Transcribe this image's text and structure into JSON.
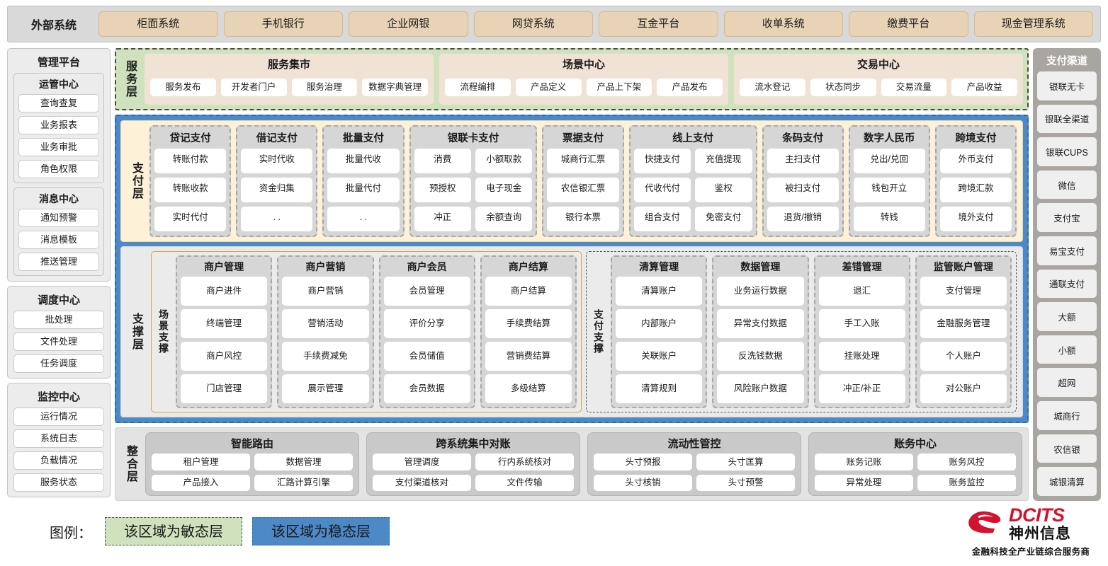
{
  "external": {
    "title": "外部系统",
    "items": [
      "柜面系统",
      "手机银行",
      "企业网银",
      "网贷系统",
      "互金平台",
      "收单系统",
      "缴费平台",
      "现金管理系统"
    ]
  },
  "manage": {
    "title": "管理平台",
    "groups": [
      {
        "title": "运管中心",
        "items": [
          "查询查复",
          "业务报表",
          "业务审批",
          "角色权限"
        ]
      },
      {
        "title": "消息中心",
        "items": [
          "通知预警",
          "消息模板",
          "推送管理"
        ]
      }
    ],
    "standalone": [
      {
        "title": "调度中心",
        "items": [
          "批处理",
          "文件处理",
          "任务调度"
        ]
      },
      {
        "title": "监控中心",
        "items": [
          "运行情况",
          "系统日志",
          "负载情况",
          "服务状态"
        ]
      }
    ]
  },
  "service_layer": {
    "label": "服务层",
    "groups": [
      {
        "title": "服务集市",
        "items": [
          "服务发布",
          "开发者门户",
          "服务治理",
          "数据字典管理"
        ]
      },
      {
        "title": "场景中心",
        "items": [
          "流程编排",
          "产品定义",
          "产品上下架",
          "产品发布"
        ]
      },
      {
        "title": "交易中心",
        "items": [
          "流水登记",
          "状态同步",
          "交易流量",
          "产品收益"
        ]
      }
    ]
  },
  "payment_layer": {
    "label": "支付层",
    "groups": [
      {
        "title": "贷记支付",
        "cols": [
          [
            "转账付款",
            "转账收款",
            "实时代付"
          ]
        ]
      },
      {
        "title": "借记支付",
        "cols": [
          [
            "实时代收",
            "资金归集",
            ". ."
          ]
        ]
      },
      {
        "title": "批量支付",
        "cols": [
          [
            "批量代收",
            "批量代付",
            ". ."
          ]
        ]
      },
      {
        "title": "银联卡支付",
        "cols": [
          [
            "消费",
            "预授权",
            "冲正"
          ],
          [
            "小额取款",
            "电子现金",
            "余额查询"
          ]
        ]
      },
      {
        "title": "票据支付",
        "cols": [
          [
            "城商行汇票",
            "农信银汇票",
            "银行本票"
          ]
        ]
      },
      {
        "title": "线上支付",
        "cols": [
          [
            "快捷支付",
            "代收代付",
            "组合支付"
          ],
          [
            "充值提现",
            "鉴权",
            "免密支付"
          ]
        ]
      },
      {
        "title": "条码支付",
        "cols": [
          [
            "主扫支付",
            "被扫支付",
            "退货/撤销"
          ]
        ]
      },
      {
        "title": "数字人民币",
        "cols": [
          [
            "兑出/兑回",
            "钱包开立",
            "转钱"
          ]
        ]
      },
      {
        "title": "跨境支付",
        "cols": [
          [
            "外币支付",
            "跨境汇款",
            "境外支付"
          ]
        ]
      }
    ]
  },
  "support_layer": {
    "label": "支撑层",
    "scene": {
      "label": "场景支撑",
      "groups": [
        {
          "title": "商户管理",
          "items": [
            "商户进件",
            "终端管理",
            "商户风控",
            "门店管理"
          ]
        },
        {
          "title": "商户营销",
          "items": [
            "商户营销",
            "营销活动",
            "手续费减免",
            "展示管理"
          ]
        },
        {
          "title": "商户会员",
          "items": [
            "会员管理",
            "评价分享",
            "会员储值",
            "会员数据"
          ]
        },
        {
          "title": "商户结算",
          "items": [
            "商户结算",
            "手续费结算",
            "营销费结算",
            "多级结算"
          ]
        }
      ]
    },
    "paysupport": {
      "label": "支付支撑",
      "groups": [
        {
          "title": "清算管理",
          "items": [
            "清算账户",
            "内部账户",
            "关联账户",
            "清算规则"
          ]
        },
        {
          "title": "数据管理",
          "items": [
            "业务运行数据",
            "异常支付数据",
            "反洗钱数据",
            "风险账户数据"
          ]
        },
        {
          "title": "差错管理",
          "items": [
            "退汇",
            "手工入账",
            "挂账处理",
            "冲正/补正"
          ]
        },
        {
          "title": "监管账户管理",
          "items": [
            "支付管理",
            "金融服务管理",
            "个人账户",
            "对公账户"
          ]
        }
      ]
    }
  },
  "integration_layer": {
    "label": "整合层",
    "groups": [
      {
        "title": "智能路由",
        "items": [
          "租户管理",
          "数据管理",
          "产品接入",
          "汇路计算引擎"
        ]
      },
      {
        "title": "跨系统集中对账",
        "items": [
          "管理调度",
          "行内系统核对",
          "支付渠道核对",
          "文件传输"
        ]
      },
      {
        "title": "流动性管控",
        "items": [
          "头寸预报",
          "头寸匡算",
          "头寸核销",
          "头寸预警"
        ]
      },
      {
        "title": "账务中心",
        "items": [
          "账务记账",
          "账务风控",
          "异常处理",
          "账务监控"
        ]
      }
    ]
  },
  "channels": {
    "title": "支付渠道",
    "items": [
      "银联无卡",
      "银联全渠道",
      "银联CUPS",
      "微信",
      "支付宝",
      "易宝支付",
      "通联支付",
      "大额",
      "小额",
      "超网",
      "城商行",
      "农信银",
      "城银清算"
    ]
  },
  "legend": {
    "label": "图例：",
    "agile": "该区域为敏态层",
    "stable": "该区域为稳态层"
  },
  "logo": {
    "brand": "DCITS",
    "brand_cn": "神州信息",
    "tagline": "金融科技全产业链综合服务商"
  },
  "colors": {
    "agile_green": "#cfe2bd",
    "stable_blue": "#4d88c7",
    "external_chip": "#e8d3b6",
    "payment_bg": "#fdf2d8",
    "brand_red": "#d2122e"
  }
}
